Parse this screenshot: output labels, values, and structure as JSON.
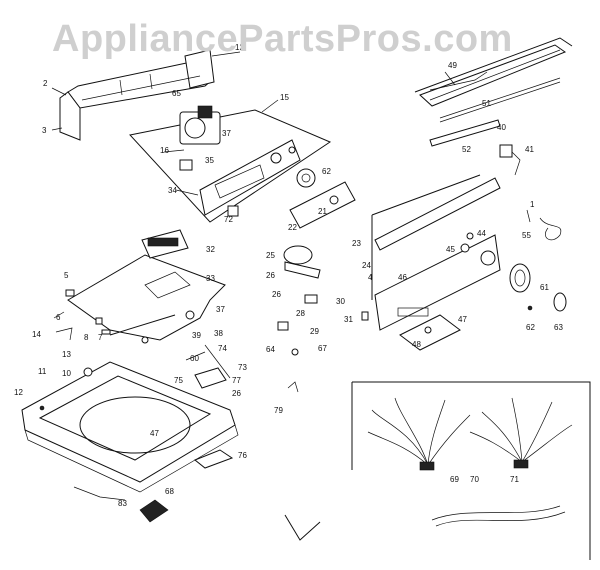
{
  "watermark": "AppliancePartsPros.com",
  "callouts": {
    "c2": "2",
    "c3": "3",
    "c12a": "12",
    "c65": "65",
    "c15": "15",
    "c16": "16",
    "c37a": "37",
    "c35": "35",
    "c34": "34",
    "c72": "72",
    "c62a": "62",
    "c22": "22",
    "c21": "21",
    "c49": "49",
    "c51": "51",
    "c52": "52",
    "c40": "40",
    "c41": "41",
    "c1": "1",
    "c55": "55",
    "c23": "23",
    "c24": "24",
    "c44": "44",
    "c45": "45",
    "c46": "46",
    "c61": "61",
    "c62b": "62",
    "c63": "63",
    "c47a": "47",
    "c48": "48",
    "c31": "31",
    "c4": "4",
    "c32": "32",
    "c33": "33",
    "c25": "25",
    "c26a": "26",
    "c26b": "26",
    "c30": "30",
    "c28": "28",
    "c29": "29",
    "c64": "64",
    "c67": "67",
    "c5": "5",
    "c6": "6",
    "c14": "14",
    "c13": "13",
    "c8": "8",
    "c7": "7",
    "c37b": "37",
    "c39": "39",
    "c38": "38",
    "c11": "11",
    "c10": "10",
    "c12b": "12",
    "c60": "60",
    "c74": "74",
    "c73": "73",
    "c77": "77",
    "c75": "75",
    "c26c": "26",
    "c47b": "47",
    "c76": "76",
    "c79": "79",
    "c83": "83",
    "c68": "68",
    "c69": "69",
    "c70": "70",
    "c71": "71"
  }
}
